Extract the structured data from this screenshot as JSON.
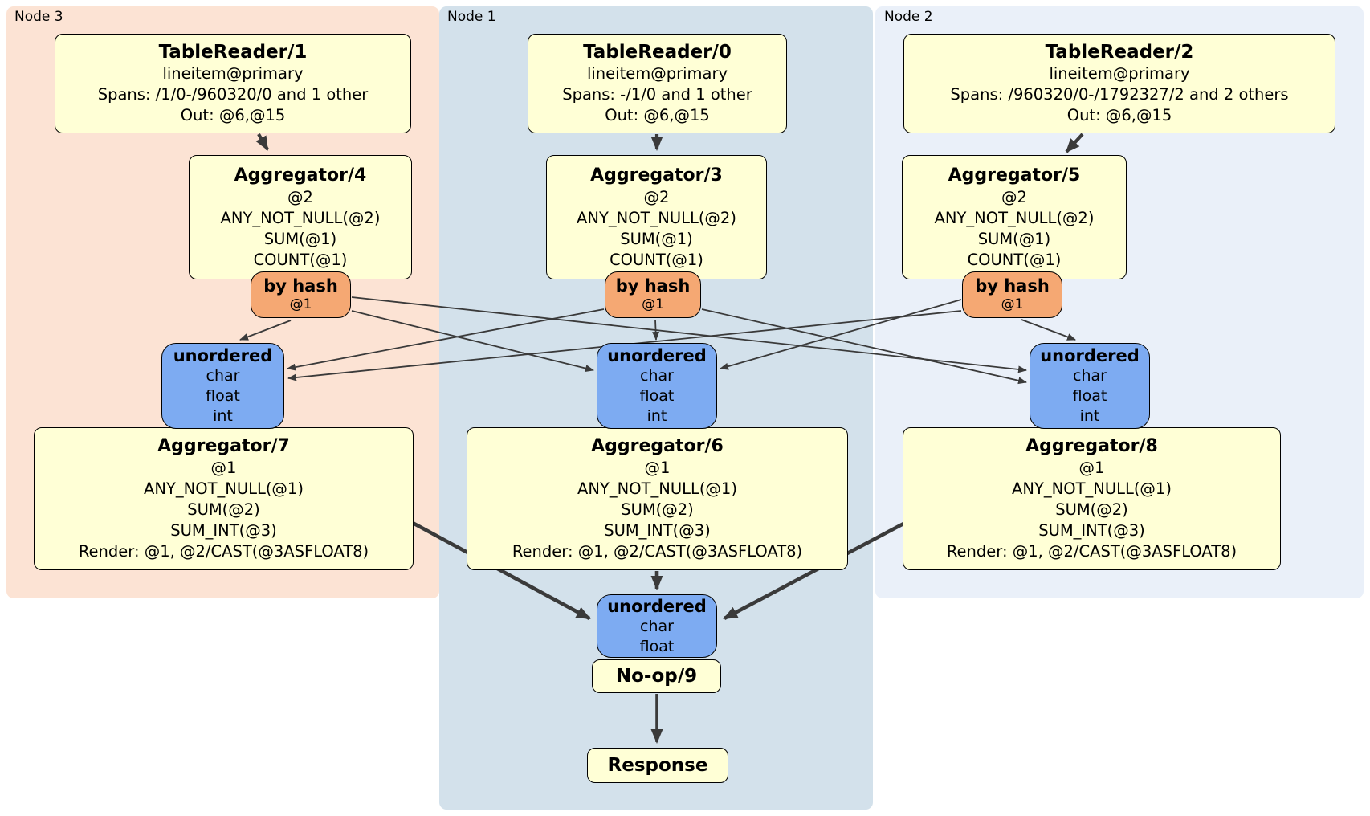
{
  "colors": {
    "region_node3": "#fce3d4",
    "region_node1": "#d3e1eb",
    "region_node2": "#eaf0f9",
    "processor_fill": "#ffffd6",
    "router_fill": "#f5a873",
    "sync_fill": "#7dabf2",
    "edge": "#3a3a3a"
  },
  "node3": {
    "label": "Node 3",
    "table_reader": {
      "title": "TableReader/1",
      "lines": [
        "lineitem@primary",
        "Spans: /1/0-/960320/0 and 1 other",
        "Out: @6,@15"
      ]
    },
    "aggregator_top": {
      "title": "Aggregator/4",
      "lines": [
        "@2",
        "ANY_NOT_NULL(@2)",
        "SUM(@1)",
        "COUNT(@1)"
      ]
    },
    "router": {
      "title": "by hash",
      "detail": "@1"
    },
    "sync": {
      "title": "unordered",
      "lines": [
        "char",
        "float",
        "int"
      ]
    },
    "aggregator_bottom": {
      "title": "Aggregator/7",
      "lines": [
        "@1",
        "ANY_NOT_NULL(@1)",
        "SUM(@2)",
        "SUM_INT(@3)",
        "Render: @1, @2/CAST(@3ASFLOAT8)"
      ]
    }
  },
  "node1": {
    "label": "Node 1",
    "table_reader": {
      "title": "TableReader/0",
      "lines": [
        "lineitem@primary",
        "Spans: -/1/0 and 1 other",
        "Out: @6,@15"
      ]
    },
    "aggregator_top": {
      "title": "Aggregator/3",
      "lines": [
        "@2",
        "ANY_NOT_NULL(@2)",
        "SUM(@1)",
        "COUNT(@1)"
      ]
    },
    "router": {
      "title": "by hash",
      "detail": "@1"
    },
    "sync": {
      "title": "unordered",
      "lines": [
        "char",
        "float",
        "int"
      ]
    },
    "aggregator_bottom": {
      "title": "Aggregator/6",
      "lines": [
        "@1",
        "ANY_NOT_NULL(@1)",
        "SUM(@2)",
        "SUM_INT(@3)",
        "Render: @1, @2/CAST(@3ASFLOAT8)"
      ]
    },
    "final_sync": {
      "title": "unordered",
      "lines": [
        "char",
        "float"
      ]
    },
    "noop": {
      "title": "No-op/9"
    },
    "response": {
      "title": "Response"
    }
  },
  "node2": {
    "label": "Node 2",
    "table_reader": {
      "title": "TableReader/2",
      "lines": [
        "lineitem@primary",
        "Spans: /960320/0-/1792327/2 and 2 others",
        "Out: @6,@15"
      ]
    },
    "aggregator_top": {
      "title": "Aggregator/5",
      "lines": [
        "@2",
        "ANY_NOT_NULL(@2)",
        "SUM(@1)",
        "COUNT(@1)"
      ]
    },
    "router": {
      "title": "by hash",
      "detail": "@1"
    },
    "sync": {
      "title": "unordered",
      "lines": [
        "char",
        "float",
        "int"
      ]
    },
    "aggregator_bottom": {
      "title": "Aggregator/8",
      "lines": [
        "@1",
        "ANY_NOT_NULL(@1)",
        "SUM(@2)",
        "SUM_INT(@3)",
        "Render: @1, @2/CAST(@3ASFLOAT8)"
      ]
    }
  }
}
